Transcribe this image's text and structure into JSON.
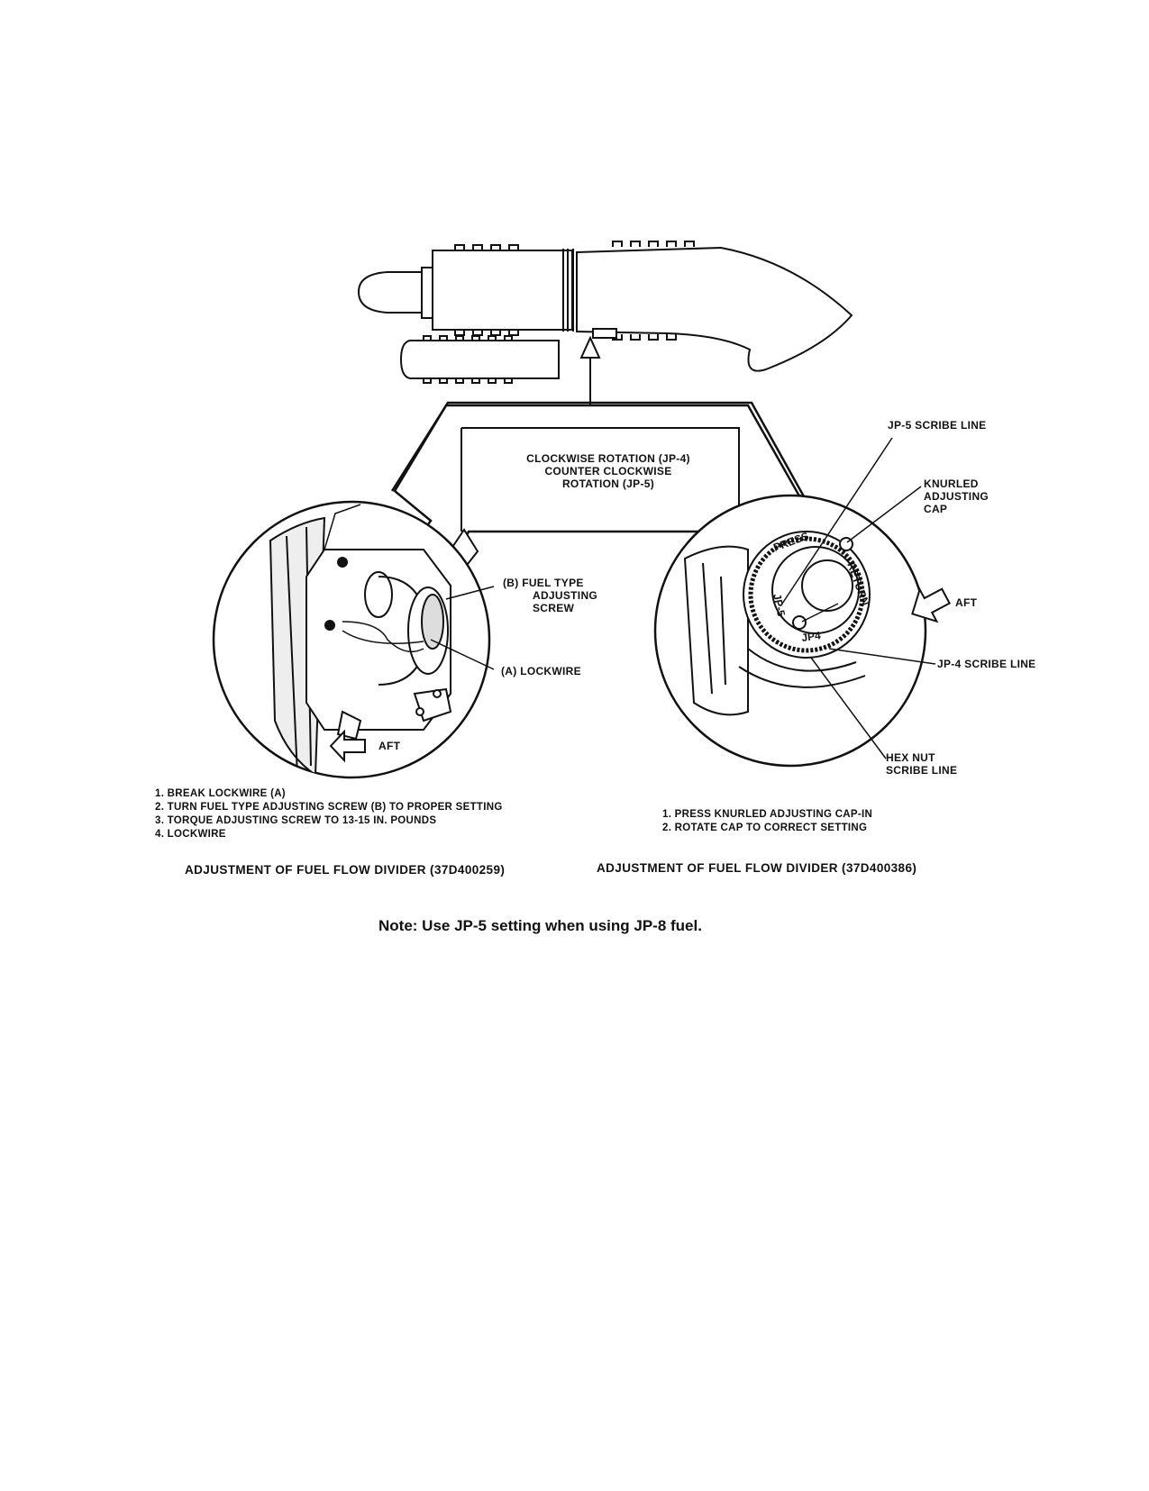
{
  "rotation_box": {
    "line1": "CLOCKWISE ROTATION (JP-4)",
    "line2": "COUNTER CLOCKWISE",
    "line3": "ROTATION (JP-5)"
  },
  "left_view": {
    "fuel_type_screw_line1": "(B) FUEL TYPE",
    "fuel_type_screw_line2": "ADJUSTING",
    "fuel_type_screw_line3": "SCREW",
    "lockwire": "(A) LOCKWIRE",
    "aft": "AFT",
    "steps": [
      "1. BREAK LOCKWIRE (A)",
      "2. TURN FUEL TYPE ADJUSTING SCREW (B) TO PROPER SETTING",
      "3. TORQUE ADJUSTING SCREW TO 13-15 IN. POUNDS",
      "4. LOCKWIRE"
    ],
    "caption": "ADJUSTMENT OF FUEL FLOW DIVIDER (37D400259)"
  },
  "right_view": {
    "jp5_scribe": "JP-5 SCRIBE LINE",
    "knurled_line1": "KNURLED",
    "knurled_line2": "ADJUSTING",
    "knurled_line3": "CAP",
    "aft": "AFT",
    "jp4_scribe": "JP-4 SCRIBE LINE",
    "hex_line1": "HEX NUT",
    "hex_line2": "SCRIBE LINE",
    "dial_press": "PRESS",
    "dial_return": "RETURN",
    "dial_jp5": "JP-5",
    "dial_jp4": "JP4",
    "steps": [
      "1. PRESS KNURLED ADJUSTING CAP-IN",
      "2. ROTATE CAP TO CORRECT SETTING"
    ],
    "caption": "ADJUSTMENT OF FUEL FLOW DIVIDER (37D400386)"
  },
  "note": "Note:  Use JP-5 setting when using JP-8 fuel."
}
